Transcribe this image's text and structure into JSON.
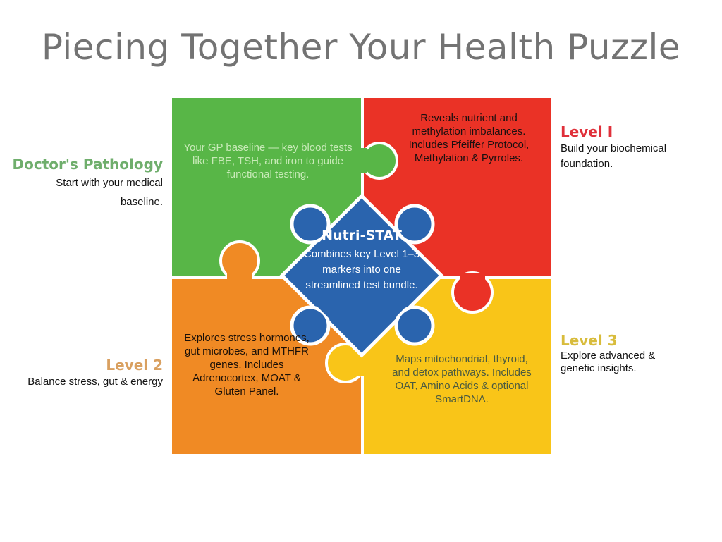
{
  "title": "Piecing Together Your Health Puzzle",
  "colors": {
    "green": "#58b647",
    "red": "#ea3226",
    "orange": "#f08a24",
    "yellow": "#f9c518",
    "blue": "#2a64ae"
  },
  "pieces": {
    "green": "Your GP baseline — key blood tests like FBE, TSH, and iron to guide functional testing.",
    "red": "Reveals nutrient and methylation imbalances. Includes Pfeiffer Protocol, Methylation & Pyrroles.",
    "orange": "Explores stress hormones, gut microbes, and MTHFR genes. Includes Adrenocortex, MOAT & Gluten Panel.",
    "yellow": "Maps mitochondrial, thyroid, and detox pathways. Includes OAT, Amino Acids & optional SmartDNA.",
    "center_title": "Nutri-STAT",
    "center_text": "Combines key Level 1–3 markers into one streamlined test bundle."
  },
  "labels": {
    "doctors": {
      "heading": "Doctor's Pathology",
      "text": "Start with your medical baseline."
    },
    "level1": {
      "heading": "Level I",
      "text": "Build your biochemical foundation."
    },
    "level2": {
      "heading": "Level 2",
      "text": "Balance stress, gut & energy"
    },
    "level3": {
      "heading": "Level 3",
      "text": "Explore advanced & genetic insights."
    }
  }
}
